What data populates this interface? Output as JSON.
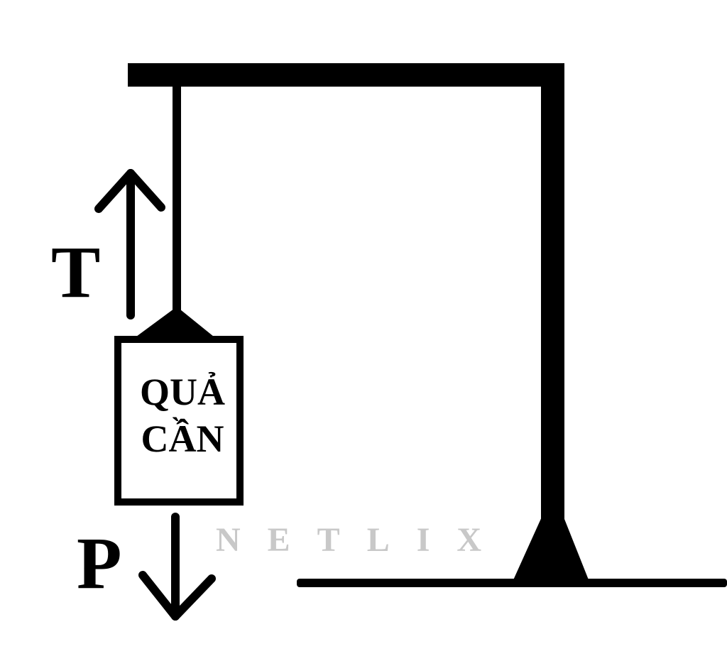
{
  "diagram": {
    "tension_label": "T",
    "weight_label": "P",
    "mass_label_line1": "QUẢ",
    "mass_label_line2": "CẦN",
    "watermark": "NETLIX"
  },
  "colors": {
    "ink": "#000000",
    "background": "#ffffff",
    "watermark": "#c8c8c8"
  }
}
